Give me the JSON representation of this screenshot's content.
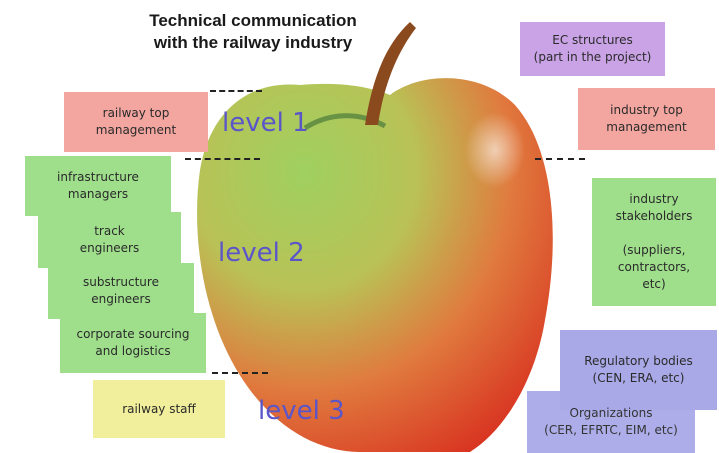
{
  "title": [
    "Technical communication",
    "with the railway industry"
  ],
  "levels": [
    "level 1",
    "level 2",
    "level 3"
  ],
  "left_boxes": {
    "railway_top_management": "railway top\nmanagement",
    "infrastructure_managers": "infrastructure\nmanagers",
    "track_engineers": "track\nengineers",
    "substructure_engineers": "substructure\nengineers",
    "corporate_sourcing": "corporate sourcing\nand logistics",
    "railway_staff": "railway staff"
  },
  "right_boxes": {
    "ec_structures": "EC structures\n(part in the project)",
    "industry_top_management": "industry top\nmanagement",
    "industry_stakeholders": "industry\nstakeholders\n\n(suppliers,\ncontractors,\netc)",
    "regulatory_bodies": "Regulatory bodies\n(CEN, ERA, etc)",
    "organizations": "Organizations\n(CER, EFRTC, EIM, etc)"
  },
  "colors": {
    "pink": "#f3a6a0",
    "green": "#9fdf8c",
    "purple": "#c9a3e6",
    "blue": "#a9a9e8",
    "yellow": "#f2ef9c",
    "level_text": "#5a55c8"
  }
}
